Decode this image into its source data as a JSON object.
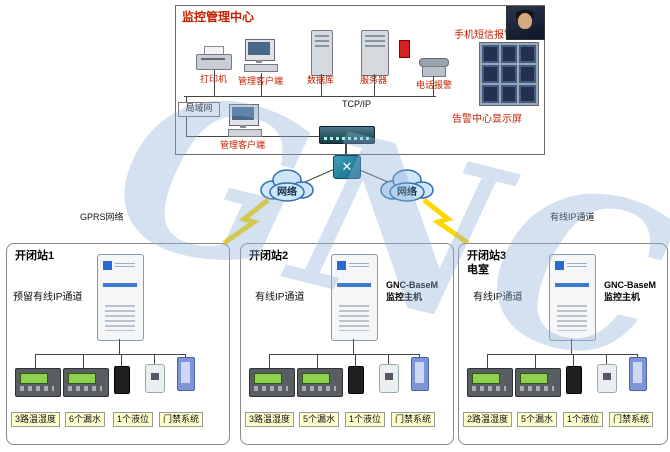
{
  "watermark": "GNC",
  "center": {
    "title": "监控管理中心",
    "printer": "打印机",
    "client1": "管理客户端",
    "database": "数据库",
    "server": "服务器",
    "phone_alarm": "电话报警",
    "sms_alarm": "手机短信报警",
    "display_wall": "告警中心显示屏",
    "tcpip": "TCP/IP",
    "lan": "局域网",
    "client2": "管理客户端"
  },
  "network": {
    "left_cloud": "网络",
    "right_cloud": "网络",
    "gprs": "GPRS网络",
    "wired": "有线IP通道",
    "hub_glyph": "✕"
  },
  "stations": [
    {
      "title": "开闭站1",
      "subtitle": "",
      "channel": "预留有线IP通道",
      "host1": "",
      "host2": "",
      "devices": [
        "3路温湿度",
        "6个漏水",
        "1个液位",
        "门禁系统"
      ]
    },
    {
      "title": "开闭站2",
      "subtitle": "",
      "channel": "有线IP通道",
      "host1": "GNC-BaseM",
      "host2": "监控主机",
      "devices": [
        "3路温湿度",
        "5个漏水",
        "1个液位",
        "门禁系统"
      ]
    },
    {
      "title": "开闭站3",
      "subtitle": "电室",
      "channel": "有线IP通道",
      "host1": "GNC-BaseM",
      "host2": "监控主机",
      "devices": [
        "2路温湿度",
        "5个漏水",
        "1个液位",
        "门禁系统"
      ]
    }
  ],
  "colors": {
    "red_label": "#c22200",
    "yellow_bg": "#ffffcc",
    "cloud_fill": "#cfe6f7",
    "bolt": "#ffd800"
  }
}
